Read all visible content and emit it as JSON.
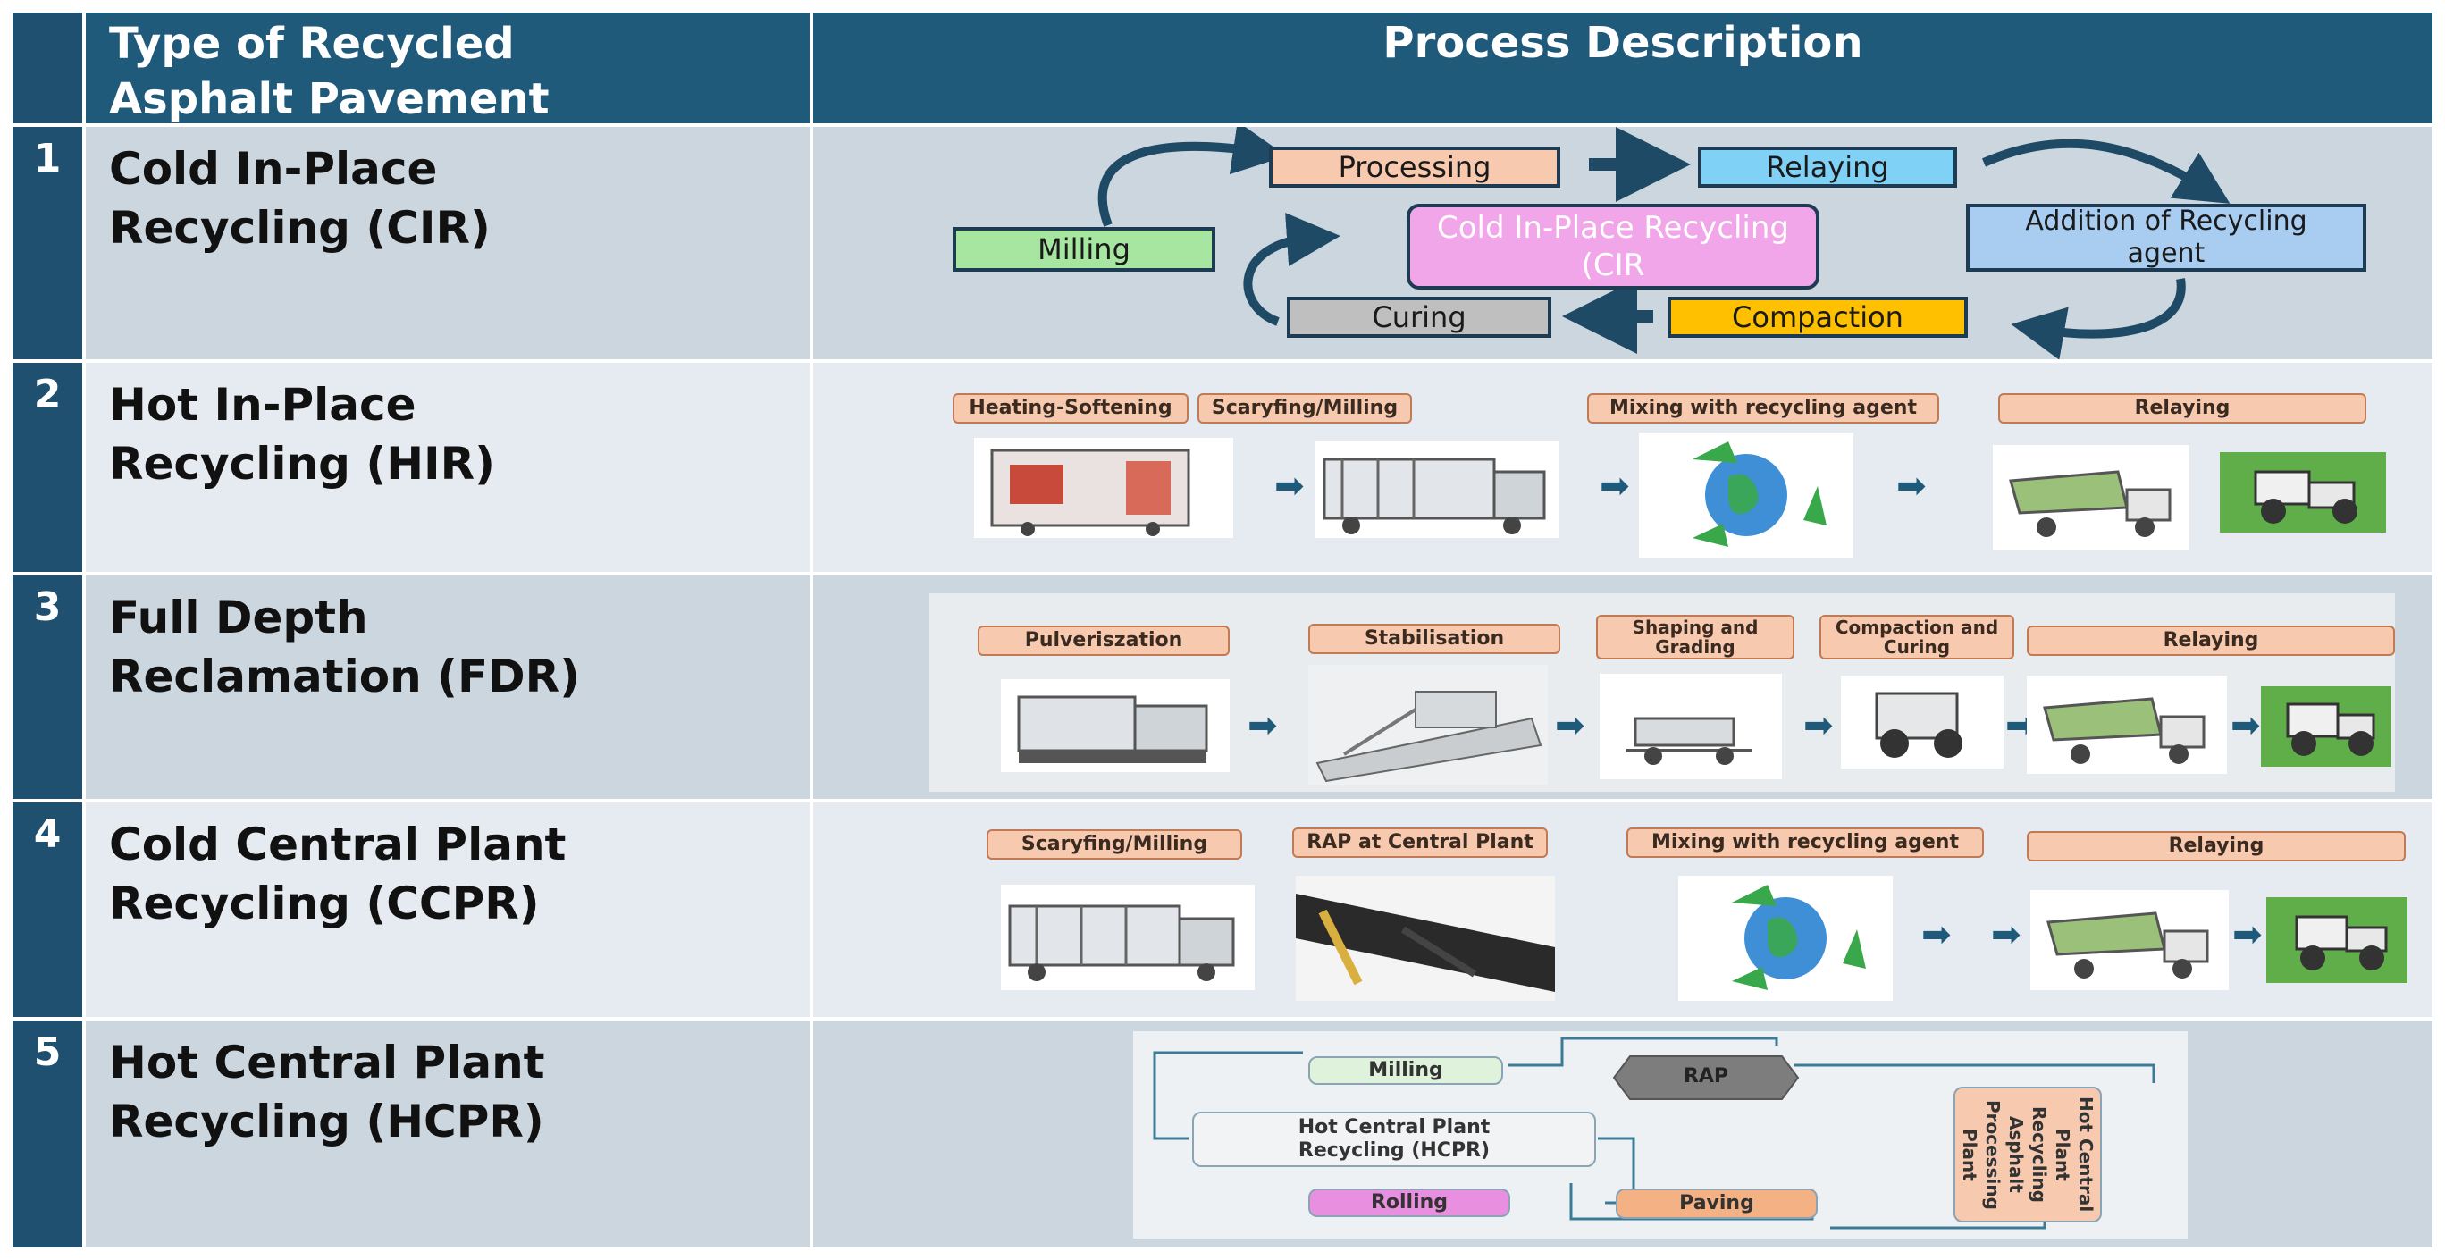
{
  "header": {
    "col_type_line1": "Type of Recycled",
    "col_type_line2": "Asphalt Pavement",
    "col_process": "Process Description"
  },
  "rows": [
    {
      "num": "1",
      "name_line1": "Cold In-Place",
      "name_line2": "Recycling (CIR)",
      "flow": {
        "milling": "Milling",
        "processing": "Processing",
        "relaying": "Relaying",
        "center": "Cold In-Place Recycling (CIR",
        "addition": "Addition of Recycling agent",
        "compaction": "Compaction",
        "curing": "Curing"
      }
    },
    {
      "num": "2",
      "name_line1": "Hot In-Place",
      "name_line2": "Recycling (HIR)",
      "steps": [
        "Heating-Softening",
        "Scaryfing/Milling",
        "Mixing with recycling agent",
        "Relaying"
      ]
    },
    {
      "num": "3",
      "name_line1": "Full Depth",
      "name_line2": "Reclamation (FDR)",
      "steps": [
        "Pulveriszation",
        "Stabilisation",
        "Shaping and Grading",
        "Compaction and Curing",
        "Relaying"
      ]
    },
    {
      "num": "4",
      "name_line1": "Cold Central Plant",
      "name_line2": "Recycling (CCPR)",
      "steps": [
        "Scaryfing/Milling",
        "RAP at Central Plant",
        "Mixing with recycling agent",
        "Relaying"
      ]
    },
    {
      "num": "5",
      "name_line1": "Hot Central Plant",
      "name_line2": "Recycling (HCPR)",
      "flow": {
        "milling": "Milling",
        "rap": "RAP",
        "center": "Hot Central Plant Recycling (HCPR)",
        "plant": "Hot Central Plant Recycling Asphalt Processing Plant",
        "rolling": "Rolling",
        "paving": "Paving"
      }
    }
  ],
  "colors": {
    "header_bg": "#1f5a7b",
    "number_col": "#1f5070",
    "band_dark": "#ccd6df",
    "band_light": "#e6ebf1",
    "tag_fill": "#f7c9af",
    "milling_box": "#a6e6a0",
    "processing_box": "#f7c9af",
    "relaying_box": "#7fd1f5",
    "center_box": "#f0a6e8",
    "addition_box": "#a9cdf0",
    "compaction_box": "#ffc000",
    "curing_box": "#bfbfbf",
    "rolling_box": "#e88fe0",
    "paving_box": "#f4b183"
  },
  "icons": [
    "heater-machine-icon",
    "milling-machine-icon",
    "recycle-globe-icon",
    "dump-truck-icon",
    "road-roller-icon",
    "stabiliser-machine-icon",
    "grader-icon",
    "compactor-icon",
    "conveyor-plant-icon"
  ]
}
